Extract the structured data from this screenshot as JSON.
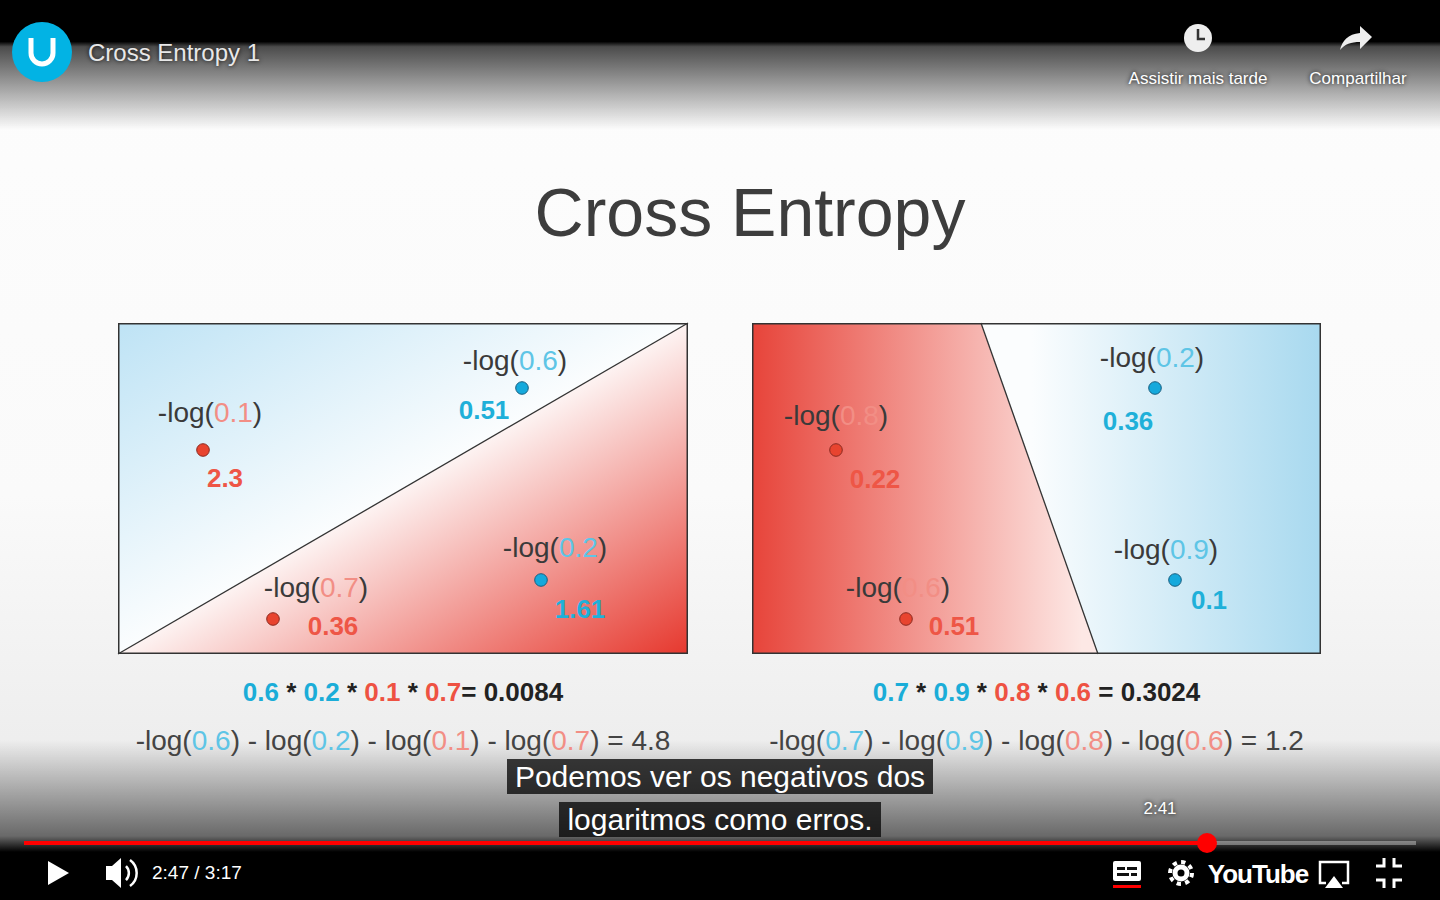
{
  "diagram": {
    "title": "Cross Entropy",
    "nodes": [
      {
        "text": [
          "0.6 * 0.2 * 0.1 * 0.7= 0.0084",
          "-log(0.6) - log(0.2) - log(0.1) - log(0.7) = 4.8"
        ]
      },
      {
        "text": [
          "-log(0.6)",
          "0.51"
        ],
        "in": 0
      },
      {
        "text": [
          "-log(0.1)",
          "2.3"
        ],
        "in": 0
      },
      {
        "text": [
          "-log(0.2)",
          "1.61"
        ],
        "in": 0
      },
      {
        "text": [
          "-log(0.7)",
          "0.36"
        ],
        "in": 0
      },
      {
        "text": [
          "0.7 * 0.9 * 0.8 * 0.6 = 0.3024",
          "-log(0.7) - log(0.9) - log(0.8) - log(0.6) = 1.2"
        ]
      },
      {
        "text": [
          "-log(0.2)",
          "0.36"
        ],
        "in": 5
      },
      {
        "text": [
          "-log(0.8)",
          "0.22"
        ],
        "in": 5
      },
      {
        "text": [
          "-log(0.9)",
          "0.1"
        ],
        "in": 5
      },
      {
        "text": [
          "-log(0.6)",
          "0.51"
        ],
        "in": 5
      }
    ],
    "labels": [
      "Cross Entropy 1",
      "Assistir mais tarde",
      "Compartilhar",
      "Podemos ver os negativos dos logaritmos como erros.",
      "2:41",
      "2:47 / 3:17",
      "YouTube"
    ]
  }
}
